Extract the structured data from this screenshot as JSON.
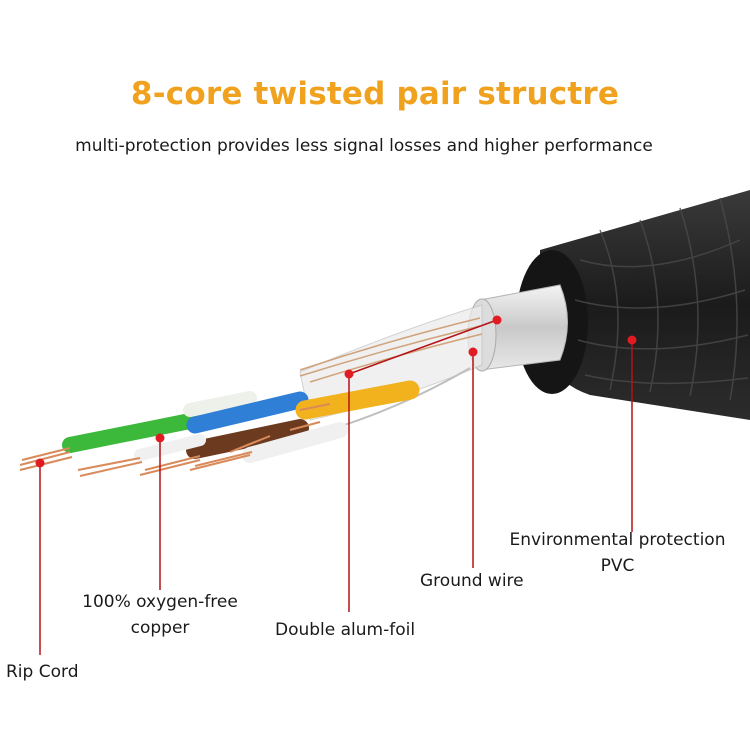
{
  "header": {
    "title": "8-core twisted pair structre",
    "subtitle": "multi-protection provides less signal losses and higher performance"
  },
  "callouts": {
    "rip_cord": "Rip Cord",
    "copper_line1": "100% oxygen-free",
    "copper_line2": "copper",
    "alum_foil": "Double alum-foil",
    "ground_wire": "Ground wire",
    "pvc_line1": "Environmental protection",
    "pvc_line2": "PVC"
  },
  "colors": {
    "title": "#f0a11e",
    "callout_line": "#b31217",
    "callout_dot": "#e01b22",
    "jacket": "#1f1f1f",
    "wire_green": "#3cb83a",
    "wire_blue": "#2f7fd6",
    "wire_orange": "#f2b21d",
    "wire_brown": "#6b3a1f",
    "copper": "#d98a5a"
  }
}
